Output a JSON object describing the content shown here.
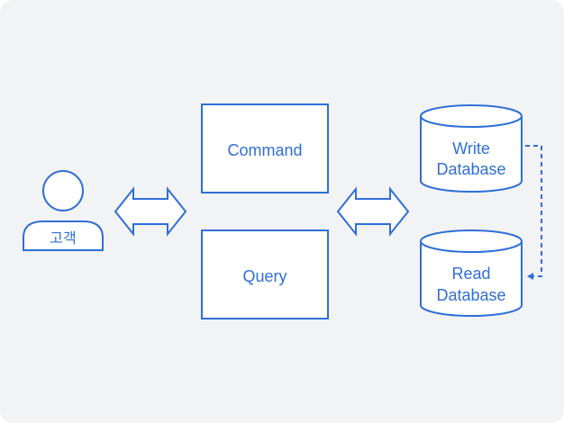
{
  "colors": {
    "background": "#f2f3f5",
    "stroke": "#2f6fd6",
    "fill": "#ffffff"
  },
  "customer": {
    "label": "고객"
  },
  "command": {
    "label": "Command"
  },
  "query": {
    "label": "Query"
  },
  "write_db": {
    "line1": "Write",
    "line2": "Database"
  },
  "read_db": {
    "line1": "Read",
    "line2": "Database"
  }
}
